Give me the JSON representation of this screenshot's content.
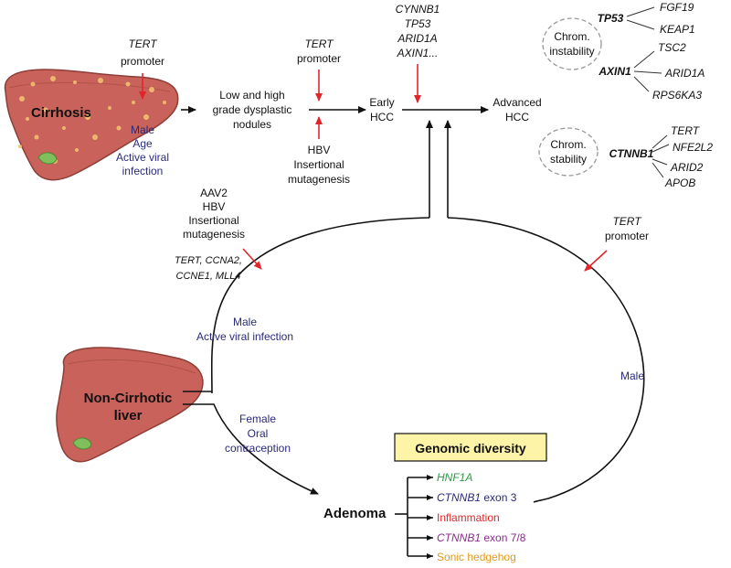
{
  "colors": {
    "blue_text": "#2a2a7a",
    "red_arrow": "#e0262b",
    "green": "#2e9a44",
    "purple": "#8a2a8a",
    "orange": "#e39b1c",
    "liver_fill": "#c8625a",
    "box_fill": "#fdf4a8"
  },
  "nodes": {
    "cirrhosis": "Cirrhosis",
    "noncirrhotic_line1": "Non-Cirrhotic",
    "noncirrhotic_line2": "liver",
    "dysplastic_line1": "Low and high",
    "dysplastic_line2": "grade dysplastic",
    "dysplastic_line3": "nodules",
    "early_line1": "Early",
    "early_line2": "HCC",
    "advanced_line1": "Advanced",
    "advanced_line2": "HCC",
    "adenoma": "Adenoma"
  },
  "labels": {
    "tert1_gene": "TERT",
    "tert1_word": "promoter",
    "tert2_gene": "TERT",
    "tert2_word": "promoter",
    "tert3_gene": "TERT",
    "tert3_word": "promoter",
    "hbv_line1": "HBV",
    "hbv_line2": "Insertional",
    "hbv_line3": "mutagenesis",
    "early_genes": [
      "CYNNB1",
      "TP53",
      "ARID1A",
      "AXIN1..."
    ],
    "risk_cirrhosis": [
      "Male",
      "Age",
      "Active viral",
      "infection"
    ],
    "aav_lines": [
      "AAV2",
      "HBV",
      "Insertional",
      "mutagenesis"
    ],
    "aav_genes_line1": "TERT, CCNA2,",
    "aav_genes_line2": "CCNE1, MLL4",
    "risk_noncirrhotic_line1": "Male",
    "risk_noncirrhotic_line2": "Active viral infection",
    "female_lines": [
      "Female",
      "Oral",
      "contraception"
    ],
    "male_right": "Male"
  },
  "instability": {
    "bubble_line1": "Chrom.",
    "bubble_line2": "instability",
    "tp53": "TP53",
    "tp53_targets": [
      "FGF19",
      "KEAP1"
    ],
    "axin1": "AXIN1",
    "axin1_targets": [
      "TSC2",
      "ARID1A",
      "RPS6KA3"
    ]
  },
  "stability": {
    "bubble_line1": "Chrom.",
    "bubble_line2": "stability",
    "ctnnb1": "CTNNB1",
    "ctnnb1_targets": [
      "TERT",
      "NFE2L2",
      "ARID2",
      "APOB"
    ]
  },
  "genomic_diversity": {
    "title": "Genomic diversity",
    "items": [
      {
        "gene": "HNF1A",
        "suffix": ""
      },
      {
        "gene": "CTNNB1",
        "suffix": " exon 3"
      },
      {
        "gene": "",
        "suffix": "Inflammation"
      },
      {
        "gene": "CTNNB1",
        "suffix": " exon 7/8"
      },
      {
        "gene": "",
        "suffix": "Sonic hedgehog"
      }
    ]
  }
}
